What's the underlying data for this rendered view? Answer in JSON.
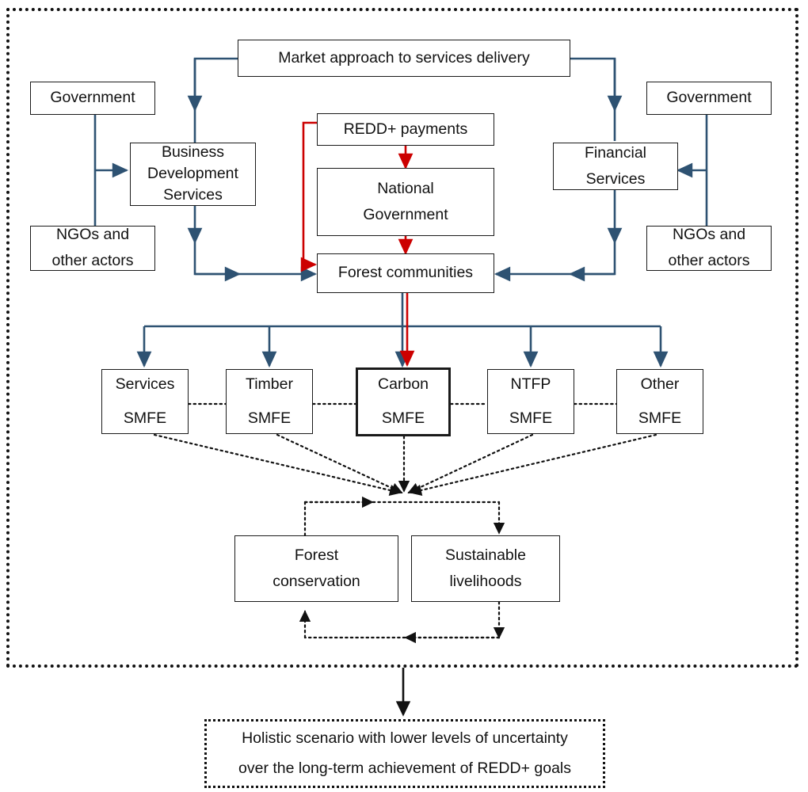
{
  "diagram": {
    "title": "REDD+ market approach scenario flow diagram",
    "colors": {
      "arrow_blue": "#2e5272",
      "arrow_red": "#cc0000",
      "box_border": "#1a1a1a",
      "dotted_black": "#111111",
      "background": "#ffffff"
    },
    "boundary": {
      "outer_label": "dotted-scenario-boundary",
      "style": "dotted"
    },
    "nodes": {
      "market_approach": {
        "label": "Market approach to services delivery"
      },
      "government_left": {
        "label": "Government"
      },
      "ngos_left": {
        "line1": "NGOs and",
        "line2": "other actors"
      },
      "business_development": {
        "line1": "Business",
        "line2": "Development",
        "line3": "Services"
      },
      "government_right": {
        "label": "Government"
      },
      "ngos_right": {
        "line1": "NGOs and",
        "line2": "other actors"
      },
      "financial_services": {
        "line1": "Financial",
        "line2": "Services"
      },
      "redd_payments": {
        "label": "REDD+ payments"
      },
      "national_government": {
        "line1": "National",
        "line2": "Government"
      },
      "forest_communities": {
        "label": "Forest communities"
      },
      "smfe_services": {
        "line1": "Services",
        "line2": "SMFE"
      },
      "smfe_timber": {
        "line1": "Timber",
        "line2": "SMFE"
      },
      "smfe_carbon": {
        "line1": "Carbon",
        "line2": "SMFE"
      },
      "smfe_ntfp": {
        "line1": "NTFP",
        "line2": "SMFE"
      },
      "smfe_other": {
        "line1": "Other",
        "line2": "SMFE"
      },
      "forest_conservation": {
        "line1": "Forest",
        "line2": "conservation"
      },
      "sustainable_livelihoods": {
        "line1": "Sustainable",
        "line2": "livelihoods"
      },
      "outcome": {
        "line1": "Holistic scenario with lower levels of uncertainty",
        "line2": "over the long-term achievement of REDD+ goals"
      }
    }
  }
}
